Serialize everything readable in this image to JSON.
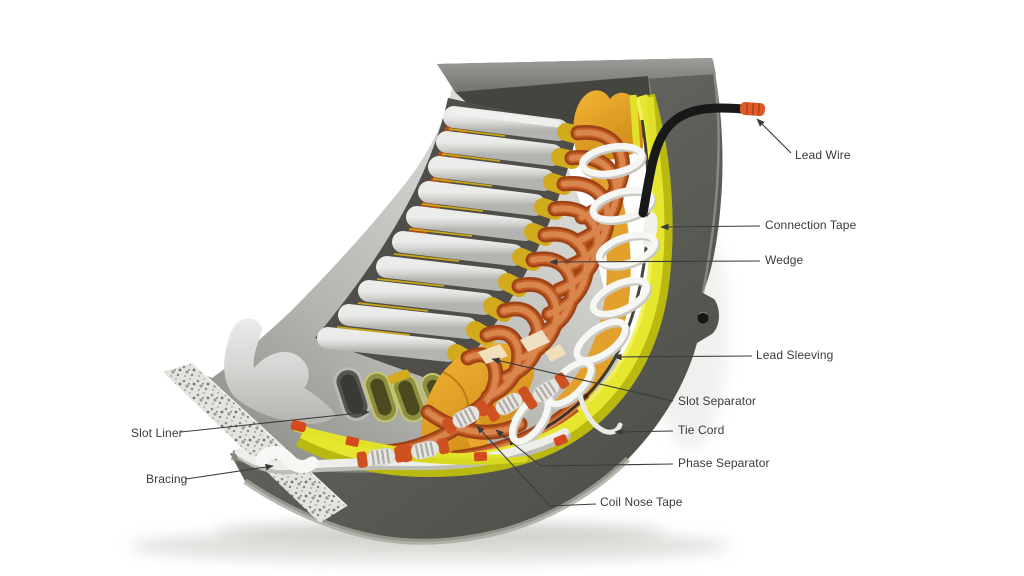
{
  "labels": [
    {
      "id": "lead-wire",
      "text": "Lead Wire"
    },
    {
      "id": "connection-tape",
      "text": "Connection Tape"
    },
    {
      "id": "wedge",
      "text": "Wedge"
    },
    {
      "id": "lead-sleeving",
      "text": "Lead Sleeving"
    },
    {
      "id": "slot-separator",
      "text": "Slot Separator"
    },
    {
      "id": "tie-cord",
      "text": "Tie Cord"
    },
    {
      "id": "phase-separator",
      "text": "Phase Separator"
    },
    {
      "id": "coil-nose-tape",
      "text": "Coil Nose Tape"
    },
    {
      "id": "slot-liner",
      "text": "Slot Liner"
    },
    {
      "id": "bracing",
      "text": "Bracing"
    }
  ],
  "colors": {
    "background": "#ffffff",
    "label_text": "#3a3a3a",
    "leader_line": "#3b3b3b",
    "housing_gray": "#63635f",
    "lamination_gray": "#d7d7d5",
    "copper_coil": "#b5521e",
    "wedge_gold": "#d2ab1c",
    "lead_sleeving_yellow": "#e6e62e",
    "tie_cord_white": "#f6f6f4",
    "phase_separator_amber": "#e2a12c",
    "lead_wire_black": "#181818",
    "lead_tip_orange": "#dd5b28",
    "slot_liner_olive": "#8f8f42"
  }
}
